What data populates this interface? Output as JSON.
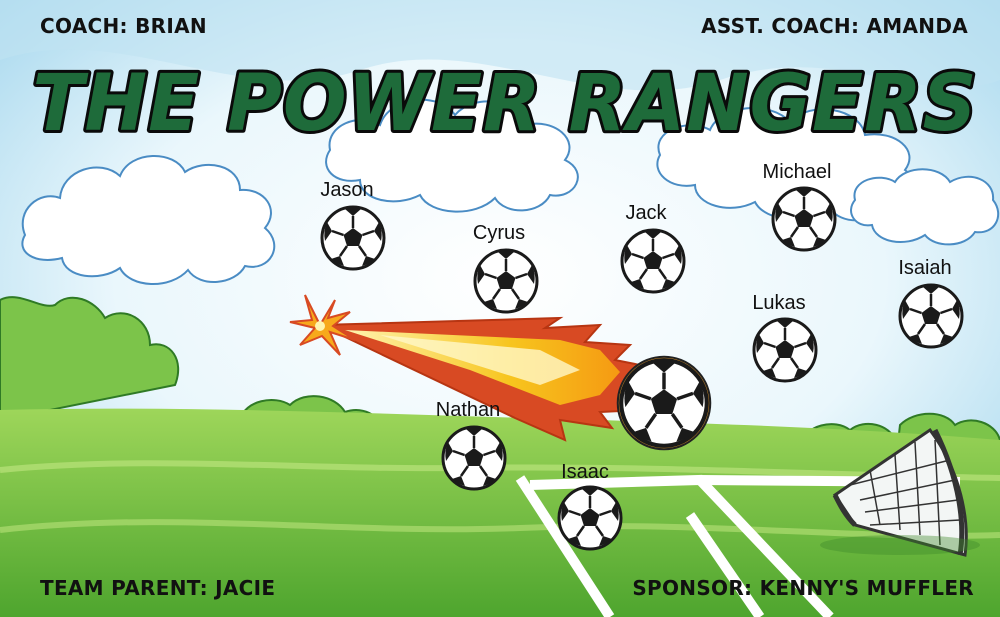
{
  "banner": {
    "title": "THE POWER RANGERS",
    "coach": "COACH: BRIAN",
    "asst_coach": "ASST. COACH: AMANDA",
    "team_parent": "TEAM PARENT: JACIE",
    "sponsor": "SPONSOR: KENNY'S MUFFLER"
  },
  "players": [
    "Jason",
    "Cyrus",
    "Jack",
    "Michael",
    "Isaiah",
    "Lukas",
    "Nathan",
    "Isaac"
  ],
  "colors": {
    "title_fill": "#1e6b3a",
    "title_outline": "#0a0a0a",
    "sky": "#c7e8f4",
    "grass": "#6cbf3d",
    "flame_outer": "#d84a23",
    "flame_inner": "#f6c21c"
  },
  "icons": [
    "soccer-ball-icon",
    "fireball-icon",
    "spark-icon",
    "soccer-goal-icon",
    "cloud-icon"
  ]
}
